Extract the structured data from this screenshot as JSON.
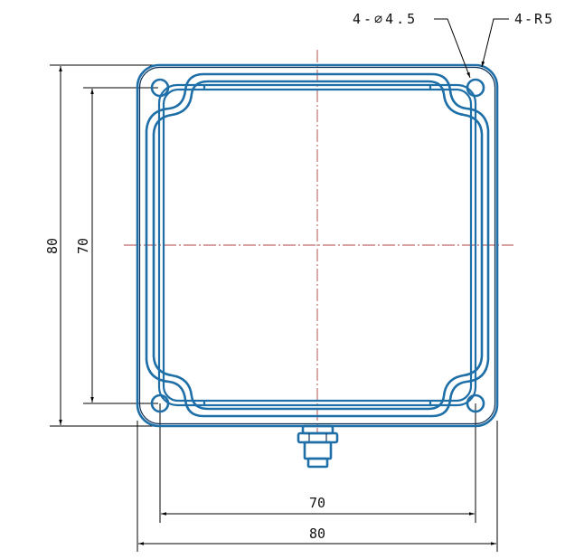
{
  "dimensions": {
    "outer_height": "80",
    "inner_height": "70",
    "inner_width": "70",
    "outer_width": "80"
  },
  "callouts": {
    "hole_note": "4-∅4.5",
    "corner_radius_note": "4-R5"
  },
  "colors": {
    "outline": "#1e6fa8",
    "centerline": "#b04040",
    "dimension": "#000000"
  }
}
